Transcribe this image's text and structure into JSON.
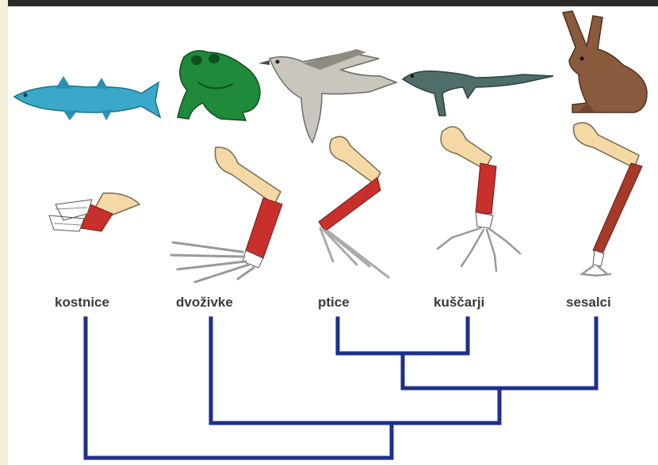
{
  "taxa": [
    {
      "id": "fish",
      "label": "kostnice"
    },
    {
      "id": "amphibian",
      "label": "dvoživke"
    },
    {
      "id": "bird",
      "label": "ptice"
    },
    {
      "id": "lizard",
      "label": "kuščarji"
    },
    {
      "id": "mammal",
      "label": "sesalci"
    }
  ],
  "tree": {
    "line_color": "#1e2f8c",
    "clades": [
      [
        "ptice",
        "kuščarji"
      ],
      [
        "ptice",
        "kuščarji",
        "sesalci"
      ],
      [
        "dvoživke",
        "ptice",
        "kuščarji",
        "sesalci"
      ],
      [
        "kostnice",
        "dvoživke",
        "ptice",
        "kuščarji",
        "sesalci"
      ]
    ]
  },
  "colors": {
    "bone": "#f4d9a6",
    "muscle_red": "#c9302c",
    "fish": "#3aa9c9",
    "frog": "#1e8a3a",
    "bird": "#c9c6bd",
    "lizard": "#4f6e6b",
    "rabbit": "#8a5a3c"
  }
}
